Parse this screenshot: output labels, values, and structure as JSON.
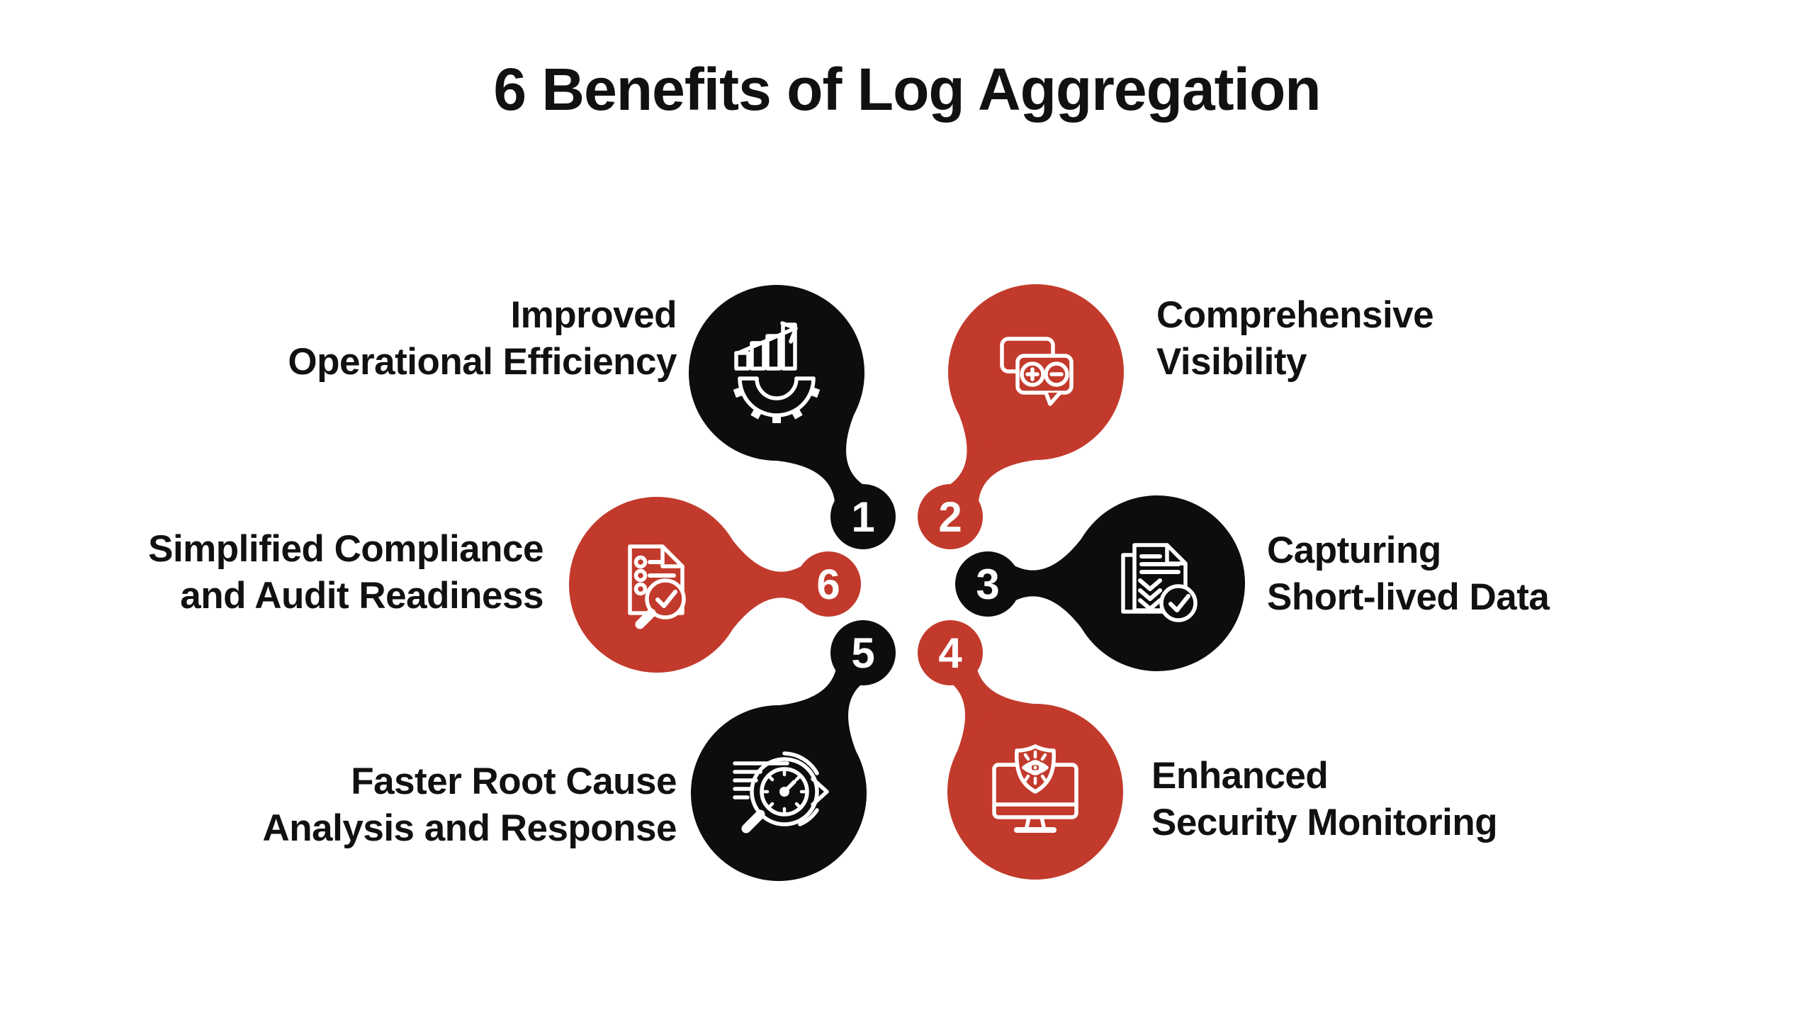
{
  "title": "6 Benefits of Log Aggregation",
  "colors": {
    "accent_red": "#c23a2c",
    "node_black": "#0d0d0d",
    "background": "#ffffff",
    "text": "#111111",
    "icon_stroke": "#ffffff",
    "badge_text": "#ffffff"
  },
  "benefits": [
    {
      "number": "1",
      "label_line1": "Improved",
      "label_line2": "Operational Efficiency",
      "color": "black",
      "icon": "gear-bar-chart-icon"
    },
    {
      "number": "2",
      "label_line1": "Comprehensive",
      "label_line2": "Visibility",
      "color": "red",
      "icon": "chat-bubbles-plus-minus-icon"
    },
    {
      "number": "3",
      "label_line1": "Capturing",
      "label_line2": "Short-lived Data",
      "color": "black",
      "icon": "document-checklist-check-icon"
    },
    {
      "number": "4",
      "label_line1": "Enhanced",
      "label_line2": "Security Monitoring",
      "color": "red",
      "icon": "monitor-shield-eye-icon"
    },
    {
      "number": "5",
      "label_line1": "Faster Root Cause",
      "label_line2": "Analysis and Response",
      "color": "black",
      "icon": "magnifier-gauge-arrow-icon"
    },
    {
      "number": "6",
      "label_line1": "Simplified Compliance",
      "label_line2": "and Audit Readiness",
      "color": "red",
      "icon": "document-magnifier-check-icon"
    }
  ]
}
